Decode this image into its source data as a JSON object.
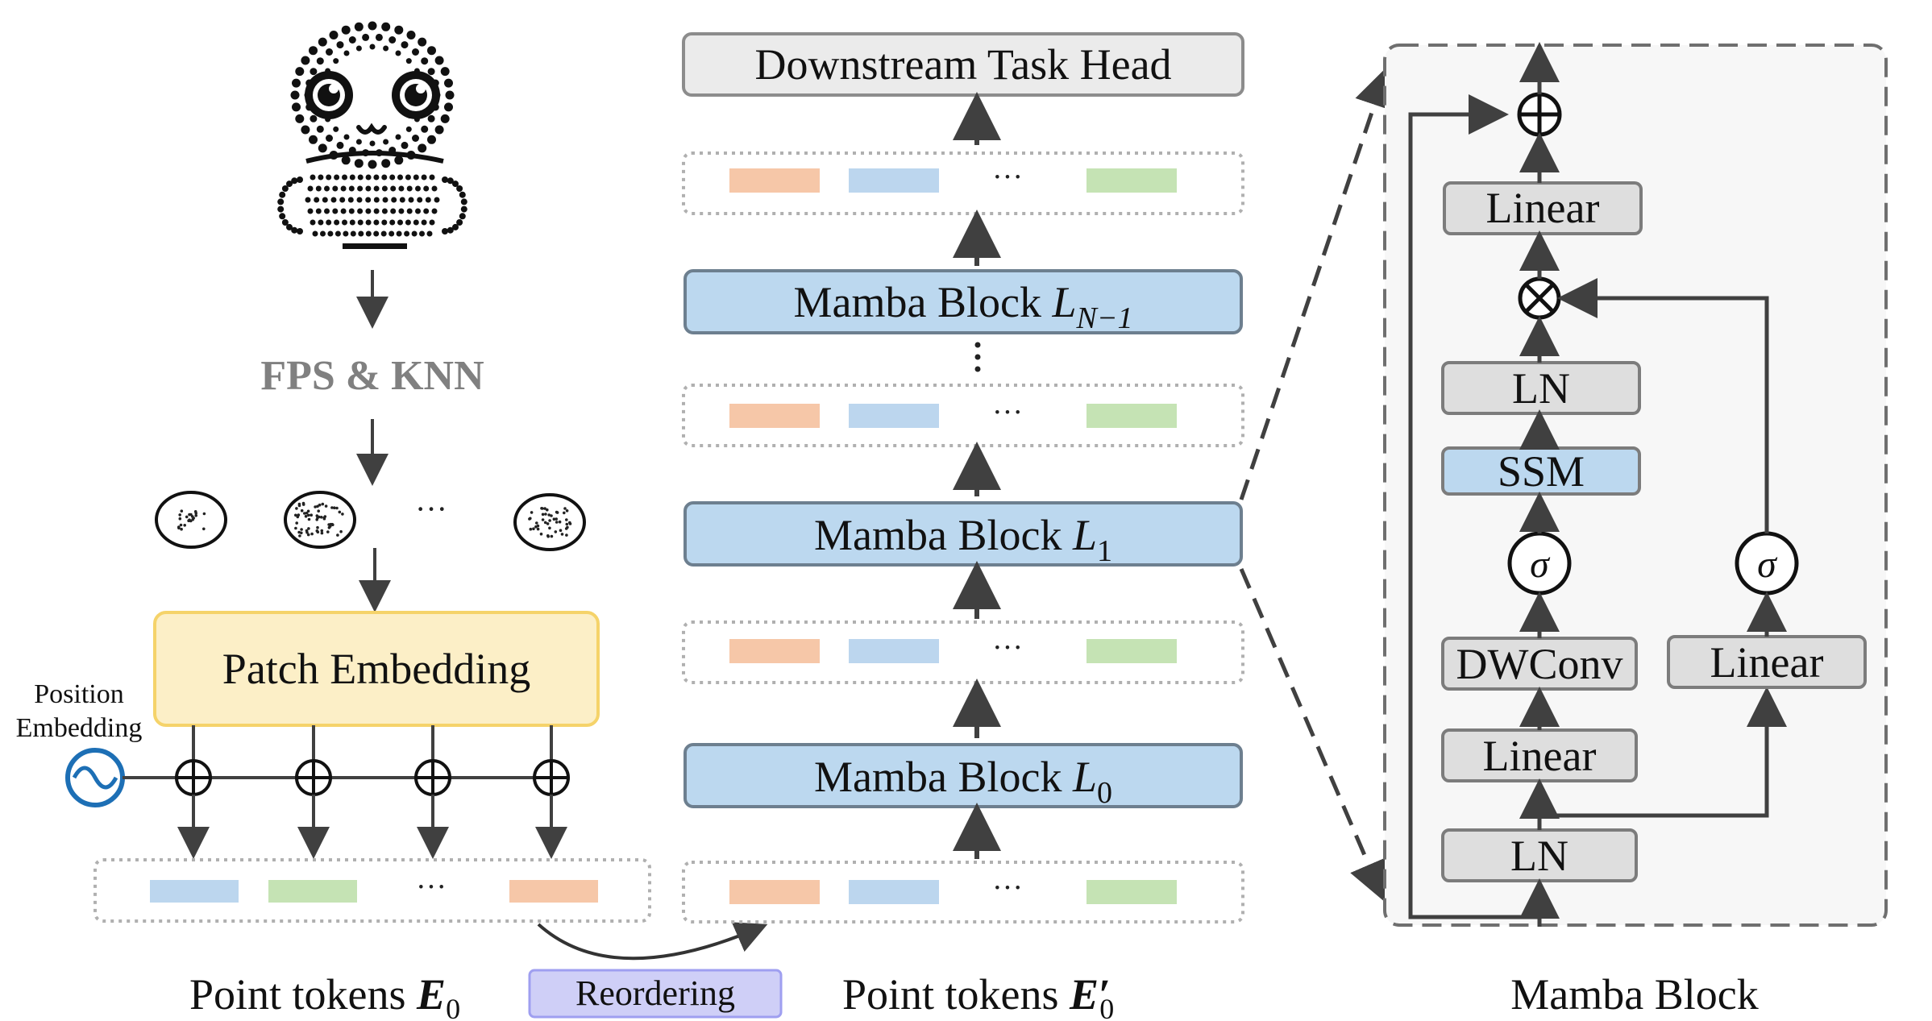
{
  "left": {
    "fps_knn": "FPS & KNN",
    "ellipsis": "···",
    "patch_embedding": "Patch Embedding",
    "position_embedding_line1": "Position",
    "position_embedding_line2": "Embedding",
    "point_tokens_label": "Point tokens",
    "point_tokens_sym": "E",
    "point_tokens_sub": "0"
  },
  "reordering": "Reordering",
  "middle": {
    "downstream_head": "Downstream Task Head",
    "block_label": "Mamba Block",
    "block_top_sym": "L",
    "block_top_sub": "N−1",
    "block_mid_sym": "L",
    "block_mid_sub": "1",
    "block_bot_sym": "L",
    "block_bot_sub": "0",
    "ellipsis": "···",
    "point_tokens_label": "Point tokens",
    "point_tokens_sym": "E",
    "point_tokens_prime": "′",
    "point_tokens_sub": "0"
  },
  "right": {
    "title": "Mamba Block",
    "linear_top": "Linear",
    "ln_mid": "LN",
    "ssm": "SSM",
    "sigma_left": "σ",
    "sigma_right": "σ",
    "dwconv": "DWConv",
    "linear_left": "Linear",
    "linear_right": "Linear",
    "ln_bottom": "LN"
  },
  "colors": {
    "mamba_fill": "#bcd8ef",
    "gray_fill": "#dedede",
    "patch_fill": "#fcefc7",
    "patch_stroke": "#f5d36a",
    "reorder_fill": "#cfcff7",
    "reorder_stroke": "#9f9ff0",
    "token_orange": "#f6c7a8",
    "token_blue": "#bcd6ee",
    "token_green": "#c5e3b4",
    "pos_embed_blue": "#1d6fb5"
  }
}
